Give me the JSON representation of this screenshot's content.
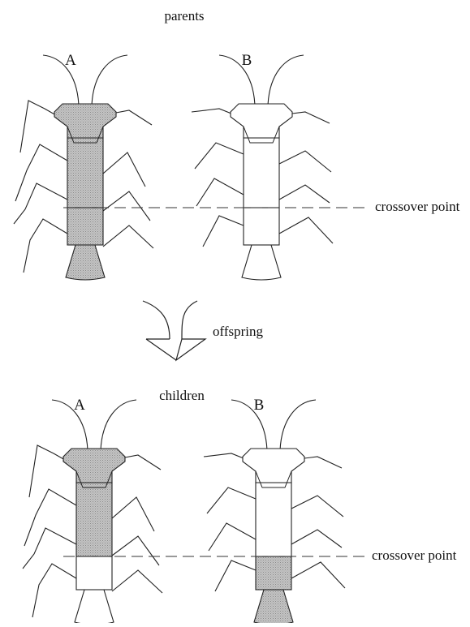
{
  "diagram": {
    "top_label": "parents",
    "bottom_label": "children",
    "arrow_label": "offspring",
    "crossover_label_top": "crossover point",
    "crossover_label_bottom": "crossover point",
    "parents": [
      {
        "label": "A",
        "shading": "shaded"
      },
      {
        "label": "B",
        "shading": "white"
      }
    ],
    "children": [
      {
        "label": "A",
        "upper_shading": "shaded",
        "lower_shading": "white"
      },
      {
        "label": "B",
        "upper_shading": "white",
        "lower_shading": "shaded"
      }
    ],
    "colors": {
      "shaded": "#bdbdbd",
      "white": "#ffffff",
      "stroke": "#222222"
    }
  }
}
